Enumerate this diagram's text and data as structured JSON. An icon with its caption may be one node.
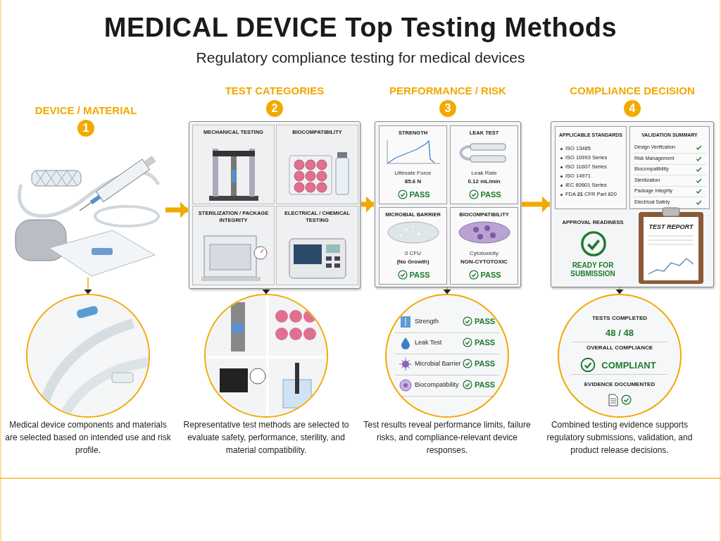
{
  "diagram": {
    "title": "MEDICAL DEVICE Top Testing Methods",
    "caption": "Regulatory compliance testing for medical devices",
    "nodes": [
      {
        "text": [
          "DEVICE / MATERIAL",
          "1"
        ]
      },
      {
        "text": [],
        "shape": "circle",
        "beside": [
          "Medical device components and materials are selected based on intended use and risk profile."
        ]
      },
      {
        "text": [
          "TEST CATEGORIES",
          "2"
        ]
      },
      {
        "text": [
          "MECHANICAL TESTING"
        ],
        "in": 2
      },
      {
        "text": [
          "BIOCOMPATIBILITY"
        ],
        "in": 2
      },
      {
        "text": [
          "STERILIZATION / PACKAGE INTEGRITY"
        ],
        "in": 2
      },
      {
        "text": [
          "ELECTRICAL / CHEMICAL TESTING"
        ],
        "in": 2
      },
      {
        "text": [],
        "shape": "circle",
        "beside": [
          "Representative test methods are selected to evaluate safety, performance, sterility, and material compatibility."
        ]
      },
      {
        "text": [
          "PERFORMANCE / RISK",
          "3"
        ]
      },
      {
        "text": [
          "STRENGTH",
          "Ultimate Force",
          "85.6 N",
          "PASS"
        ],
        "in": 8
      },
      {
        "text": [
          "LEAK TEST",
          "Leak Rate",
          "0.12 mL/min",
          "PASS"
        ],
        "in": 8
      },
      {
        "text": [
          "MICROBIAL BARRIER",
          "0 CFU",
          "(No Growth)",
          "PASS"
        ],
        "in": 8
      },
      {
        "text": [
          "BIOCOMPATIBILITY",
          "Cytotoxicity",
          "NON-CYTOTOXIC",
          "PASS"
        ],
        "in": 8
      },
      {
        "text": [
          "Strength",
          "PASS",
          "Leak Test",
          "PASS",
          "Microbial Barrier",
          "PASS",
          "Biocompatibility",
          "PASS"
        ],
        "beside": [
          "Test results reveal performance limits, failure risks, and compliance-relevant device responses."
        ]
      },
      {
        "text": [
          "COMPLIANCE DECISION",
          "4"
        ]
      },
      {
        "text": [
          "APPLICABLE STANDARDS",
          "ISO 13485",
          "ISO 10993 Series",
          "ISO 11607 Series",
          "ISO 14971",
          "IEC 60601 Series",
          "FDA **21** CFR Part 820"
        ],
        "in": 14
      },
      {
        "text": [
          "VALIDATION SUMMARY",
          "Design Verification",
          "Risk Management",
          "Biocompatibility",
          "Sterilization",
          "Package Integrity",
          "Electrical Safety"
        ],
        "in": 14
      },
      {
        "text": [
          "APPROVAL READINESS",
          "READY FOR SUBMISSION"
        ],
        "in": 14
      },
      {
        "text": [
          "TEST REPORT"
        ],
        "in": 14
      },
      {
        "text": [
          "TESTS COMPLETED",
          "48 / 48",
          "OVERALL COMPLIANCE",
          "COMPLIANT",
          "EVIDENCE DOCUMENTED"
        ],
        "beside": [
          "Combined testing evidence supports regulatory submissions, validation, and product release decisions."
        ]
      }
    ],
    "edges": [
      {
        "from": 0,
        "to": 1,
        "arrow": "to"
      },
      {
        "from": 0,
        "to": 2,
        "arrow": "to",
        "style": "thick"
      },
      {
        "from": 2,
        "to": 7,
        "arrow": "to"
      },
      {
        "from": 2,
        "to": 8,
        "arrow": "to",
        "style": "thick"
      },
      {
        "from": 8,
        "to": 13,
        "arrow": "to"
      },
      {
        "from": 8,
        "to": 14,
        "arrow": "to",
        "style": "thick"
      },
      {
        "from": 14,
        "to": 19,
        "arrow": "to"
      }
    ]
  }
}
